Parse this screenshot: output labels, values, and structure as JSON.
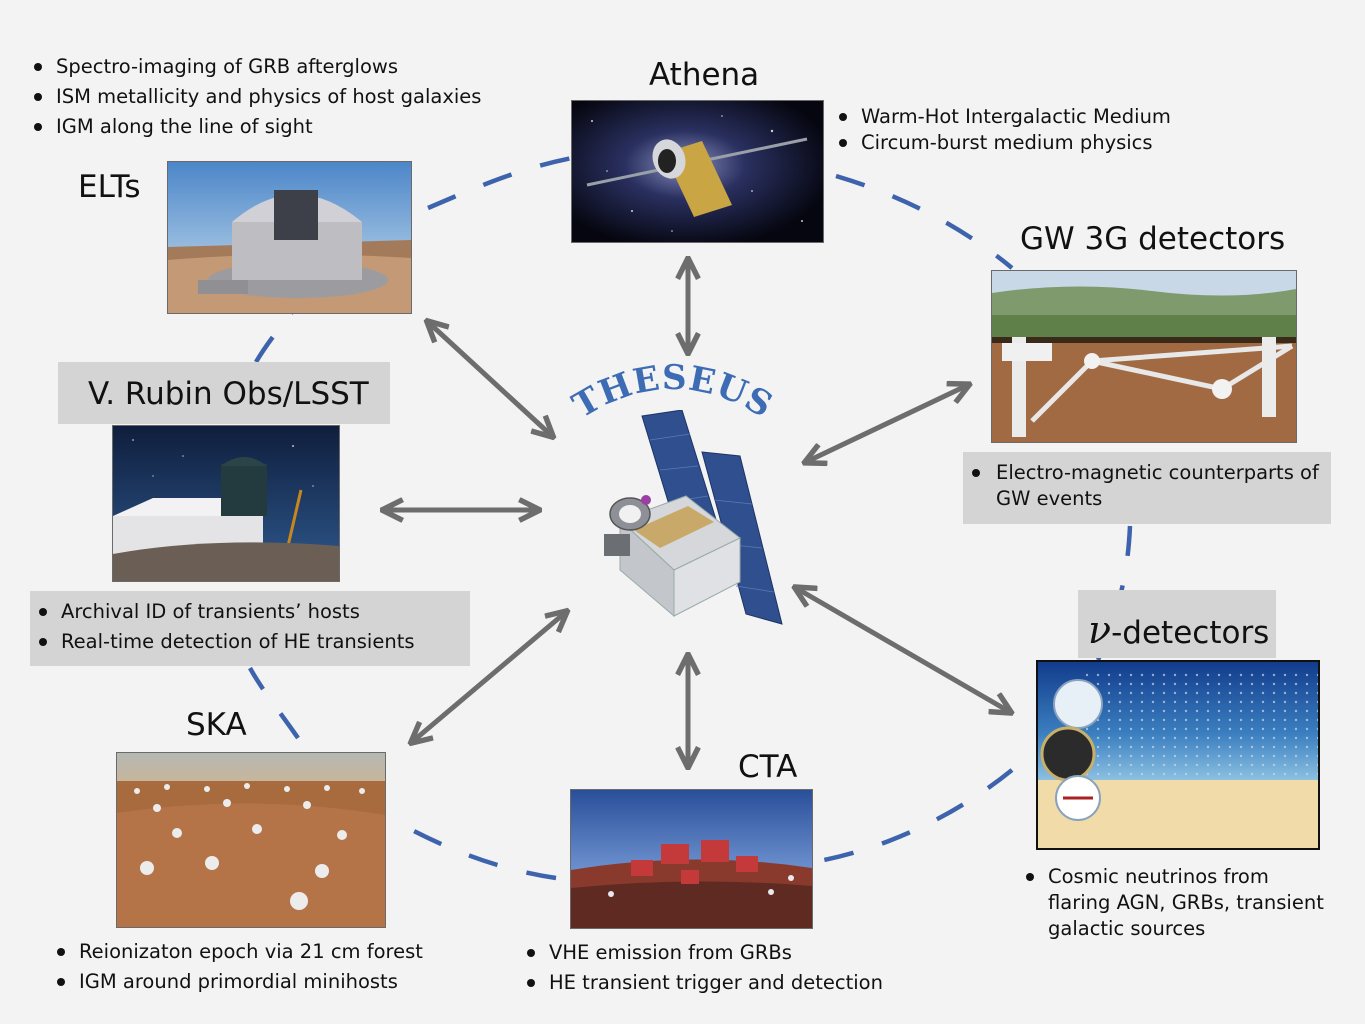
{
  "nodes": {
    "athena": {
      "label": "Athena",
      "bullets": [
        "Warm-Hot Intergalactic Medium",
        "Circum-burst medium physics"
      ]
    },
    "elts": {
      "label": "ELTs",
      "bullets": [
        "Spectro-imaging of GRB afterglows",
        "ISM metallicity and physics of host galaxies",
        "IGM along the line of sight"
      ]
    },
    "gw": {
      "label": "GW 3G detectors",
      "bullets": [
        "Electro-magnetic counterparts of",
        "GW events"
      ]
    },
    "rubin": {
      "label": "V. Rubin Obs/LSST",
      "bullets": [
        "Archival ID of transients’ hosts",
        "Real-time detection of HE transients"
      ]
    },
    "nu": {
      "symbol": "ν",
      "label": "-detectors",
      "bullets": [
        "Cosmic neutrinos from",
        "flaring AGN, GRBs, transient",
        "galactic sources"
      ]
    },
    "ska": {
      "label": "SKA",
      "bullets": [
        "Reionizaton epoch via 21 cm forest",
        "IGM around primordial minihosts"
      ]
    },
    "cta": {
      "label": "CTA",
      "bullets": [
        "VHE emission from GRBs",
        "HE transient trigger and detection"
      ]
    }
  },
  "center": {
    "label": "THESEUS"
  },
  "colors": {
    "dashed_ring": "#3e63ad",
    "arrows": "#6d6d6d",
    "theseus_text": "#3d6cb5",
    "panel_gray": "#d4d4d4"
  }
}
